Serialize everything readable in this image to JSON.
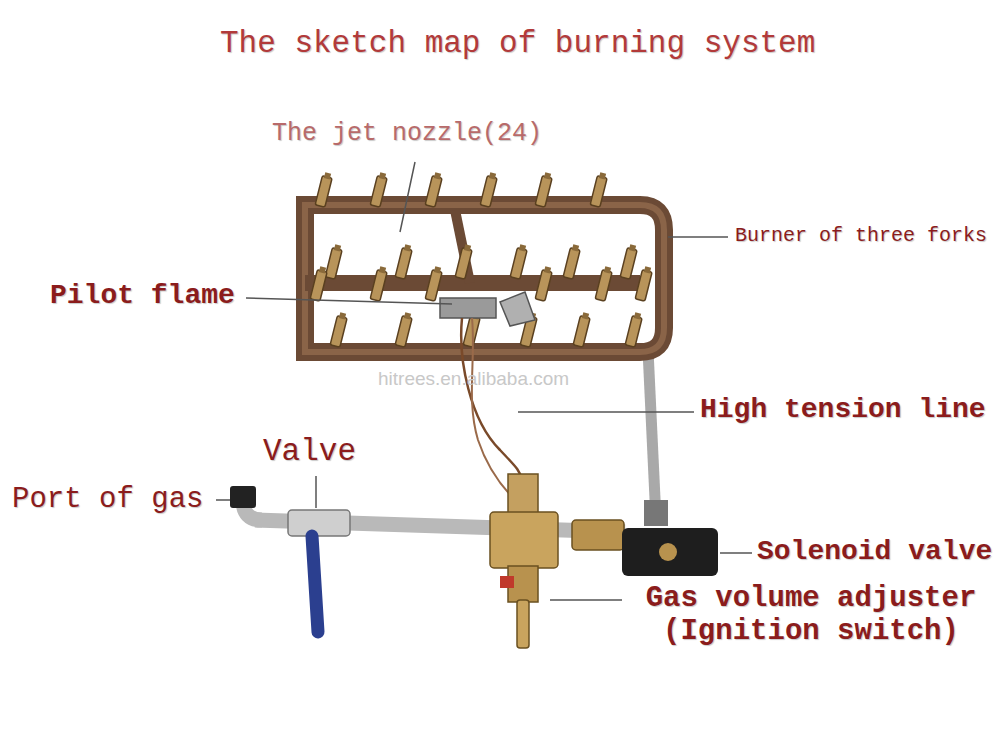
{
  "diagram": {
    "title": "The sketch map of burning system",
    "labels": [
      "The jet nozzle(24)",
      "Burner of three forks",
      "Pilot flame",
      "High tension line",
      "Valve",
      "Port of gas",
      "Solenoid valve",
      "Gas volume adjuster (Ignition switch)",
      "hitrees.en.alibaba.com"
    ]
  }
}
